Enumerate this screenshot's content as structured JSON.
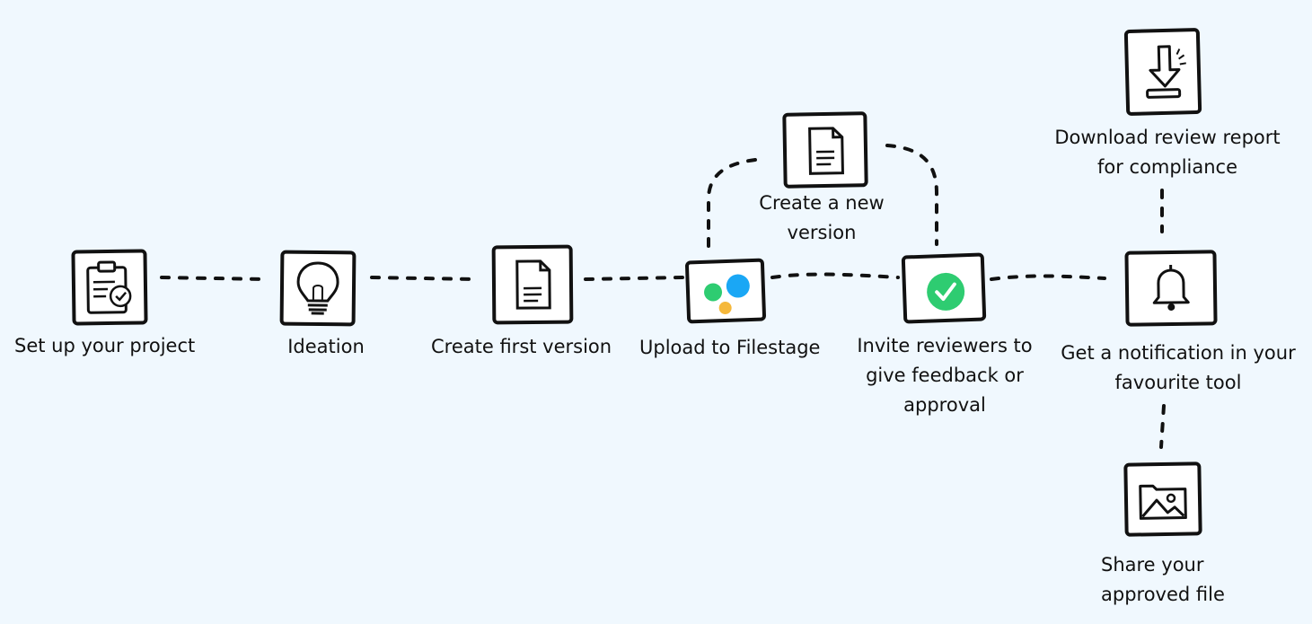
{
  "steps": {
    "setup": {
      "label": "Set up your project",
      "icon": "clipboard-check-icon"
    },
    "ideation": {
      "label": "Ideation",
      "icon": "lightbulb-icon"
    },
    "first_version": {
      "label": "Create first version",
      "icon": "document-icon"
    },
    "upload": {
      "label": "Upload to Filestage",
      "icon": "filestage-logo-icon"
    },
    "new_version": {
      "label_line1": "Create a new",
      "label_line2": "version",
      "icon": "document-icon"
    },
    "invite": {
      "label_line1": "Invite reviewers to",
      "label_line2": "give feedback or",
      "label_line3": "approval",
      "icon": "check-circle-icon"
    },
    "download": {
      "label_line1": "Download review report",
      "label_line2": "for compliance",
      "icon": "download-icon"
    },
    "notification": {
      "label_line1": "Get a notification in your",
      "label_line2": "favourite tool",
      "icon": "bell-icon"
    },
    "share": {
      "label_line1": "Share your",
      "label_line2": "approved file",
      "icon": "image-folder-icon"
    }
  },
  "colors": {
    "background": "#f0f8fe",
    "ink": "#111111",
    "check_green": "#2ecc71",
    "logo_blue": "#1aa7f5",
    "logo_green": "#2ecc71",
    "logo_yellow": "#f5b83b"
  }
}
